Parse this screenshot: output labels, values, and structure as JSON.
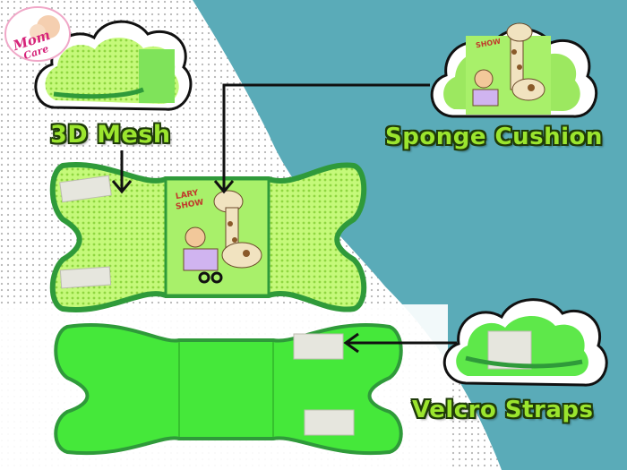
{
  "labels": {
    "mesh": "3D Mesh",
    "sponge": "Sponge Cushion",
    "velcro": "Velcro Straps"
  },
  "logo": {
    "line1": "Mom",
    "line2": "Care"
  },
  "print_text": {
    "line1": "LARY",
    "line2": "SHOW",
    "line3": "SHOW"
  },
  "colors": {
    "background_teal": "#5aabb8",
    "pad_green": "#45e83a",
    "mesh_green": "#b8f56a",
    "trim_green": "#2f9a3a",
    "label_fill": "#9be52e",
    "label_outline": "#1f3b0a",
    "velcro_white": "#e6e6de"
  },
  "icons": [
    "arrow-icon",
    "giraffe-icon",
    "cloud-callout"
  ]
}
